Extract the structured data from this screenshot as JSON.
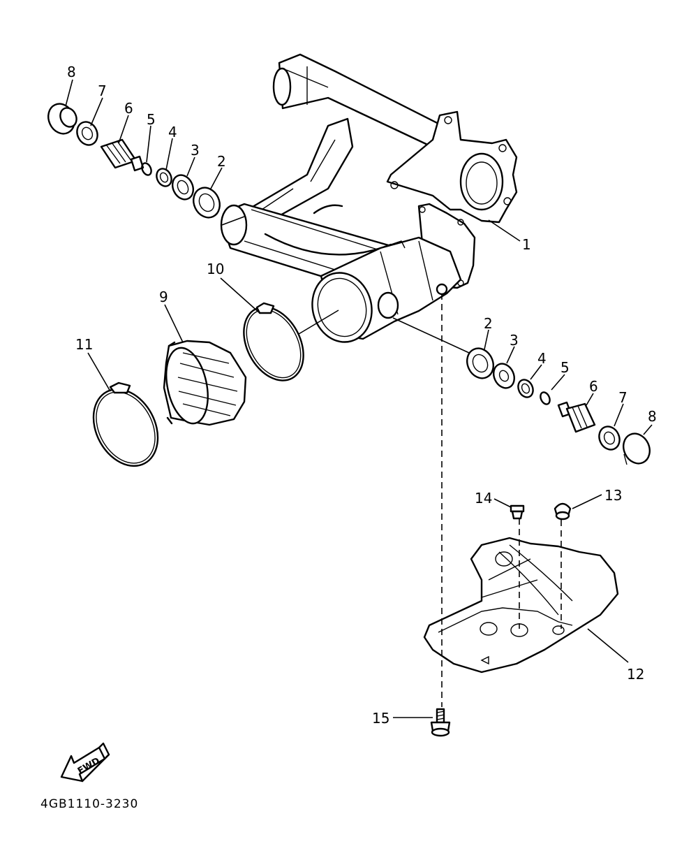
{
  "diagram": {
    "drawing_code": "4GB1110-3230",
    "direction_label": "FWD",
    "callouts": [
      "1",
      "2",
      "3",
      "4",
      "5",
      "6",
      "7",
      "8",
      "9",
      "10",
      "11",
      "12",
      "13",
      "14",
      "15"
    ]
  }
}
